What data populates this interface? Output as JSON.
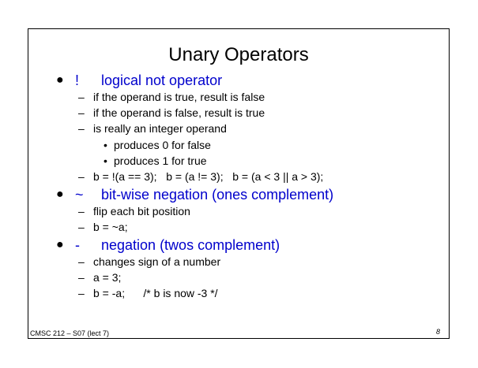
{
  "slide": {
    "title": "Unary Operators",
    "sections": [
      {
        "bullet": "●",
        "symbol": "!",
        "heading": "logical not operator",
        "items": [
          {
            "dash": "–",
            "text": "if the operand is true, result is false"
          },
          {
            "dash": "–",
            "text": "if the operand is false, result is true"
          },
          {
            "dash": "–",
            "text": "is really an integer operand"
          },
          {
            "dot": "•",
            "text": "produces 0 for false"
          },
          {
            "dot": "•",
            "text": "produces 1 for true"
          },
          {
            "dash": "–",
            "text": "b = !(a == 3);   b = (a != 3);   b = (a < 3 || a > 3);"
          }
        ]
      },
      {
        "bullet": "●",
        "symbol": "~",
        "heading": "bit-wise negation (ones complement)",
        "items": [
          {
            "dash": "–",
            "text": "flip each bit position"
          },
          {
            "dash": "–",
            "text": "b = ~a;"
          }
        ]
      },
      {
        "bullet": "●",
        "symbol": "-",
        "heading": "negation (twos complement)",
        "items": [
          {
            "dash": "–",
            "text": "changes sign of a number"
          },
          {
            "dash": "–",
            "text": "a = 3;"
          },
          {
            "dash": "–",
            "text": "b = -a;      /* b is now -3 */"
          }
        ]
      }
    ],
    "footer": "CMSC 212 – S07 (lect 7)",
    "page_number": "8"
  },
  "colors": {
    "heading": "#0000cc",
    "text": "#000000",
    "border": "#000000"
  }
}
